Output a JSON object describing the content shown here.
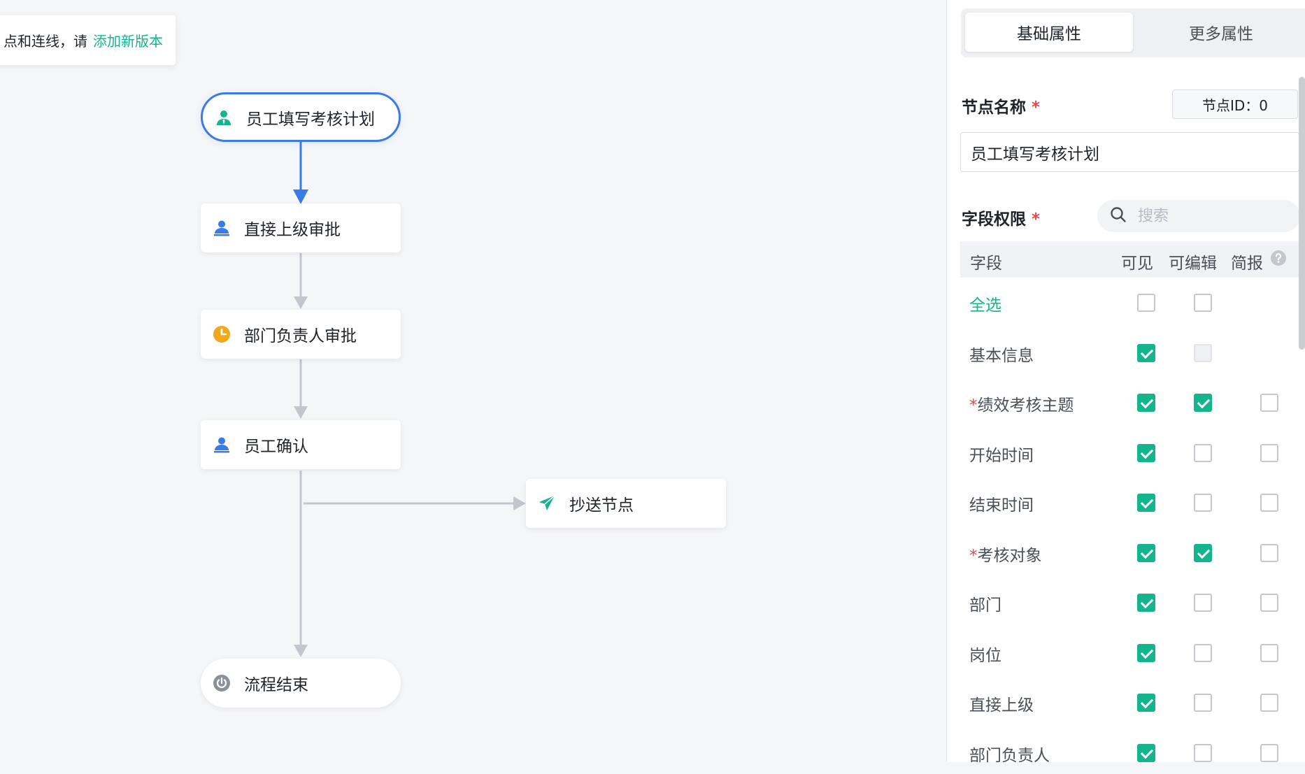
{
  "canvas": {
    "tooltip": {
      "text": "点和连线，请",
      "link": "添加新版本"
    },
    "nodes": {
      "start": "员工填写考核计划",
      "supervisor": "直接上级审批",
      "dept_head": "部门负责人审批",
      "confirm": "员工确认",
      "cc": "抄送节点",
      "end": "流程结束"
    }
  },
  "panel": {
    "tabs": [
      "基础属性",
      "更多属性"
    ],
    "node_name_label": "节点名称",
    "required_mark": "*",
    "node_id": "节点ID：0",
    "node_name_value": "员工填写考核计划",
    "field_perm_label": "字段权限",
    "search_placeholder": "搜索",
    "table_headers": {
      "field": "字段",
      "visible": "可见",
      "editable": "可编辑",
      "brief": "简报"
    },
    "rows": [
      {
        "name": "全选",
        "is_link": true,
        "required": false,
        "visible": false,
        "editable": false,
        "brief": null
      },
      {
        "name": "基本信息",
        "required": false,
        "visible": true,
        "editable": "disabled",
        "brief": null
      },
      {
        "name": "绩效考核主题",
        "required": true,
        "visible": true,
        "editable": true,
        "brief": false
      },
      {
        "name": "开始时间",
        "required": false,
        "visible": true,
        "editable": false,
        "brief": false
      },
      {
        "name": "结束时间",
        "required": false,
        "visible": true,
        "editable": false,
        "brief": false
      },
      {
        "name": "考核对象",
        "required": true,
        "visible": true,
        "editable": true,
        "brief": false
      },
      {
        "name": "部门",
        "required": false,
        "visible": true,
        "editable": false,
        "brief": false
      },
      {
        "name": "岗位",
        "required": false,
        "visible": true,
        "editable": false,
        "brief": false
      },
      {
        "name": "直接上级",
        "required": false,
        "visible": true,
        "editable": false,
        "brief": false
      },
      {
        "name": "部门负责人",
        "required": false,
        "visible": true,
        "editable": false,
        "brief": false
      }
    ]
  },
  "colors": {
    "accent": "#14b48c",
    "flow_blue": "#3a7be8",
    "required": "#e5484d",
    "pending": "#f0a81c"
  }
}
